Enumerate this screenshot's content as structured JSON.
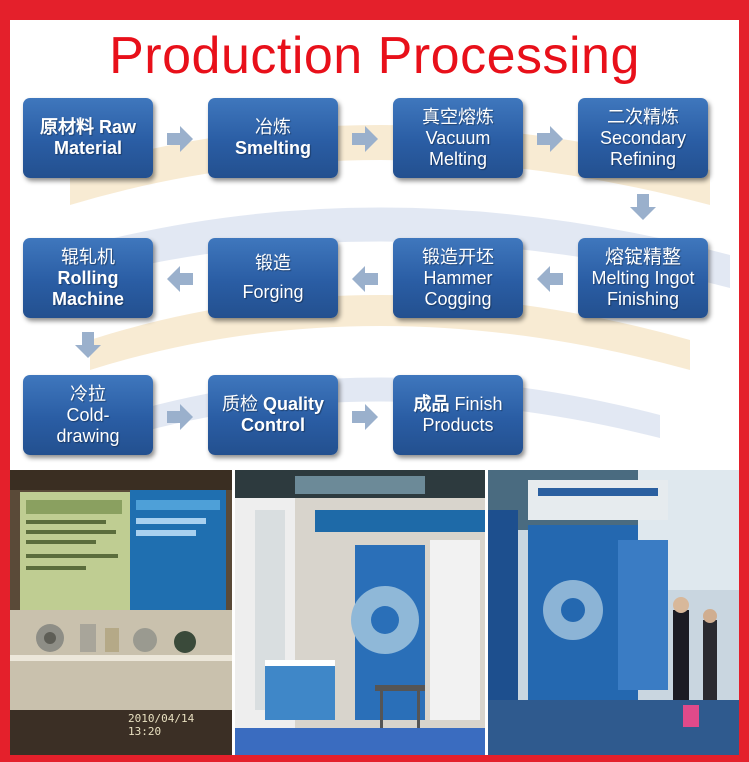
{
  "title": "Production Processing",
  "steps": {
    "raw_material": {
      "zh": "原材料",
      "en1": "Raw",
      "en2": "Material"
    },
    "smelting": {
      "zh": "冶炼",
      "en": "Smelting"
    },
    "vacuum_melting": {
      "zh": "真空熔炼",
      "en1": "Vacuum",
      "en2": "Melting"
    },
    "secondary_refining": {
      "zh": "二次精炼",
      "en1": "Secondary",
      "en2": "Refining"
    },
    "melting_ingot": {
      "zh": "熔锭精整",
      "en1": "Melting Ingot",
      "en2": "Finishing"
    },
    "hammer_cogging": {
      "zh": "锻造开坯",
      "en1": "Hammer",
      "en2": "Cogging"
    },
    "forging": {
      "zh": "锻造",
      "en": "Forging"
    },
    "rolling_machine": {
      "zh": "辊轧机",
      "en1": "Rolling",
      "en2": "Machine"
    },
    "cold_drawing": {
      "zh": "冷拉",
      "en1": "Cold-",
      "en2": "drawing"
    },
    "quality_control": {
      "zh": "质检",
      "en1": "Quality",
      "en2": "Control"
    },
    "finish_products": {
      "zh": "成品",
      "en1": "Finish",
      "en2": "Products"
    }
  },
  "photos": {
    "timestamp": "2010/04/14 13:20"
  },
  "colors": {
    "border_red": "#e4202b",
    "title_red": "#e8101a",
    "box_blue": "#2a5da4",
    "arrow_gray": "#9ab0cc"
  }
}
